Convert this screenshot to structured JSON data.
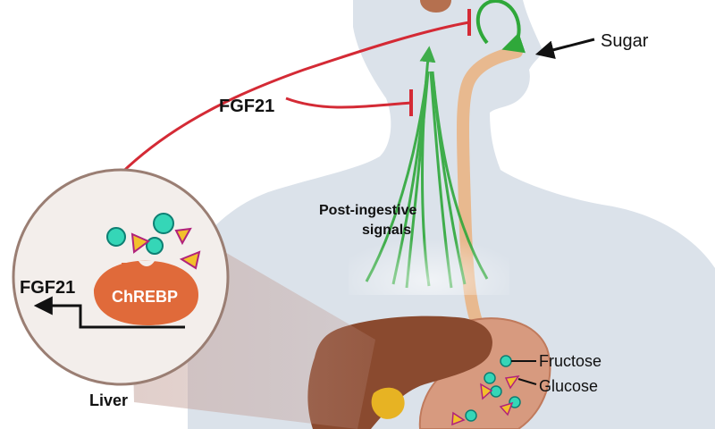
{
  "labels": {
    "fgf21_top": "FGF21",
    "sugar": "Sugar",
    "post_ingestive_line1": "Post-ingestive",
    "post_ingestive_line2": "signals",
    "fgf21_circle": "FGF21",
    "chrebp": "ChREBP",
    "liver": "Liver",
    "fructose": "Fructose",
    "glucose": "Glucose"
  },
  "colors": {
    "inhibition": "#d42a35",
    "activation": "#2fa83a",
    "body": "#dbe2ea",
    "esophagus": "#e8b98f",
    "liver": "#8a4a2f",
    "chrebp": "#e06a3a",
    "fructose": "#35d6b7",
    "glucose": "#f2c02b",
    "glucose_outline": "#b1227b"
  },
  "icons": {
    "inhibition_arrows": "flat-bar-end-icon",
    "activation_arrows": "arrowhead-icon",
    "fructose_marker": "circle-icon",
    "glucose_marker": "triangle-icon"
  }
}
